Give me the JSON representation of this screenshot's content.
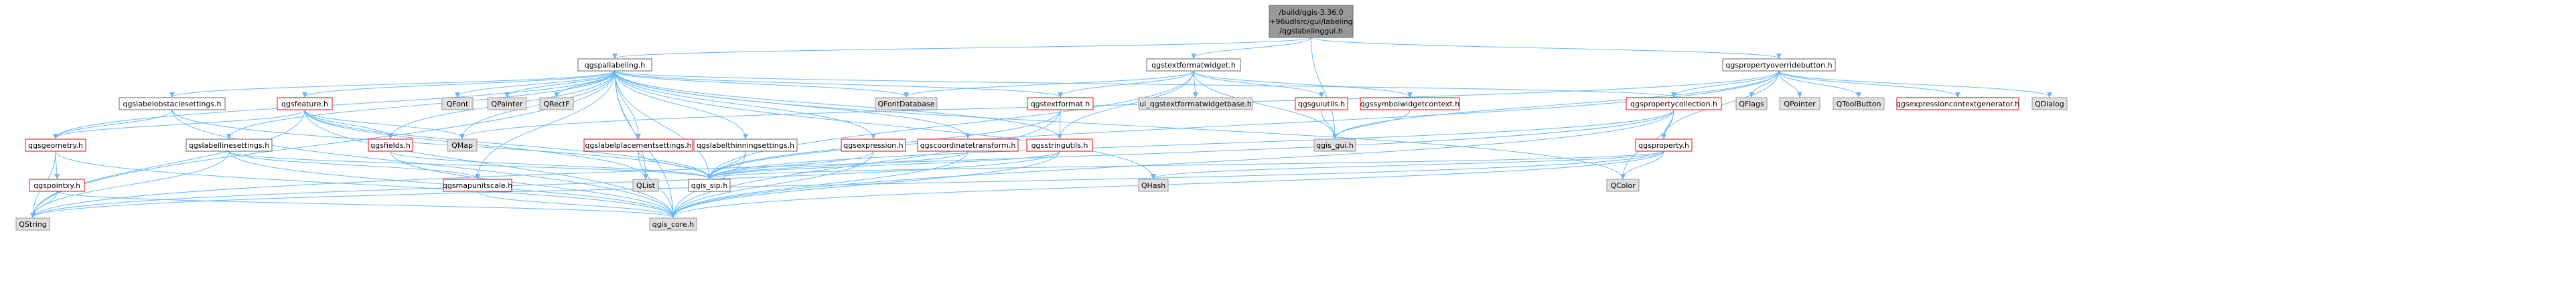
{
  "nodes": [
    {
      "id": "root",
      "line1": "/build/qgis-3.36.0",
      "line2": "+96udlsrc/gui/labeling",
      "line3": "/qgslabelinggui.h",
      "style": "root"
    },
    {
      "id": "qgspallabeling",
      "label": "qgspallabeling.h",
      "style": "plain"
    },
    {
      "id": "qgstextformatwidget",
      "label": "qgstextformatwidget.h",
      "style": "plain"
    },
    {
      "id": "qgspropertyoverridebutton",
      "label": "qgspropertyoverridebutton.h",
      "style": "plain"
    },
    {
      "id": "qgslabelobstaclesettings",
      "label": "qgslabelobstaclesettings.h",
      "style": "plain"
    },
    {
      "id": "qgsfeature",
      "label": "qgsfeature.h",
      "style": "red"
    },
    {
      "id": "QFont",
      "label": "QFont",
      "style": "gray"
    },
    {
      "id": "QPainter",
      "label": "QPainter",
      "style": "gray"
    },
    {
      "id": "QRectF",
      "label": "QRectF",
      "style": "gray"
    },
    {
      "id": "QFontDatabase",
      "label": "QFontDatabase",
      "style": "gray"
    },
    {
      "id": "qgstextformat",
      "label": "qgstextformat.h",
      "style": "red"
    },
    {
      "id": "ui_qgstextformatwidgetbase",
      "label": "ui_qgstextformatwidgetbase.h",
      "style": "gray"
    },
    {
      "id": "qgsguiutils",
      "label": "qgsguiutils.h",
      "style": "red"
    },
    {
      "id": "qgssymbolwidgetcontext",
      "label": "qgssymbolwidgetcontext.h",
      "style": "red"
    },
    {
      "id": "qgspropertycollection",
      "label": "qgspropertycollection.h",
      "style": "red"
    },
    {
      "id": "QFlags",
      "label": "QFlags",
      "style": "gray"
    },
    {
      "id": "QPointer",
      "label": "QPointer",
      "style": "gray"
    },
    {
      "id": "QToolButton",
      "label": "QToolButton",
      "style": "gray"
    },
    {
      "id": "qgsexpressioncontextgenerator",
      "label": "qgsexpressioncontextgenerator.h",
      "style": "red"
    },
    {
      "id": "QDialog",
      "label": "QDialog",
      "style": "gray"
    },
    {
      "id": "qgslabellinesettings",
      "label": "qgslabellinesettings.h",
      "style": "plain"
    },
    {
      "id": "qgsgeometry",
      "label": "qgsgeometry.h",
      "style": "red"
    },
    {
      "id": "qgsfields",
      "label": "qgsfields.h",
      "style": "red"
    },
    {
      "id": "QMap",
      "label": "QMap",
      "style": "gray"
    },
    {
      "id": "qgslabelplacementsettings",
      "label": "qgslabelplacementsettings.h",
      "style": "red"
    },
    {
      "id": "qgslabelthinningsettings",
      "label": "qgslabelthinningsettings.h",
      "style": "plain"
    },
    {
      "id": "qgsexpression",
      "label": "qgsexpression.h",
      "style": "red"
    },
    {
      "id": "qgscoordinatetransform",
      "label": "qgscoordinatetransform.h",
      "style": "red"
    },
    {
      "id": "qgsstringutils",
      "label": "qgsstringutils.h",
      "style": "red"
    },
    {
      "id": "qgis_gui",
      "label": "qgis_gui.h",
      "style": "gray"
    },
    {
      "id": "qgsproperty",
      "label": "qgsproperty.h",
      "style": "red"
    },
    {
      "id": "qgspointxy",
      "label": "qgspointxy.h",
      "style": "red"
    },
    {
      "id": "qgsmapunitscale",
      "label": "qgsmapunitscale.h",
      "style": "red"
    },
    {
      "id": "QList",
      "label": "QList",
      "style": "gray"
    },
    {
      "id": "qgis_sip",
      "label": "qgis_sip.h",
      "style": "plain"
    },
    {
      "id": "QHash",
      "label": "QHash",
      "style": "gray"
    },
    {
      "id": "QColor",
      "label": "QColor",
      "style": "gray"
    },
    {
      "id": "QString",
      "label": "QString",
      "style": "gray"
    },
    {
      "id": "qgis_core",
      "label": "qgis_core.h",
      "style": "gray"
    }
  ],
  "edges": [
    [
      "root",
      "qgspallabeling"
    ],
    [
      "root",
      "qgstextformatwidget"
    ],
    [
      "root",
      "qgspropertyoverridebutton"
    ],
    [
      "root",
      "qgis_gui"
    ],
    [
      "qgspallabeling",
      "qgslabelobstaclesettings"
    ],
    [
      "qgspallabeling",
      "qgsfeature"
    ],
    [
      "qgspallabeling",
      "QFont"
    ],
    [
      "qgspallabeling",
      "QPainter"
    ],
    [
      "qgspallabeling",
      "QRectF"
    ],
    [
      "qgspallabeling",
      "QFontDatabase"
    ],
    [
      "qgspallabeling",
      "qgstextformat"
    ],
    [
      "qgspallabeling",
      "qgspropertycollection"
    ],
    [
      "qgspallabeling",
      "qgslabellinesettings"
    ],
    [
      "qgspallabeling",
      "qgsgeometry"
    ],
    [
      "qgspallabeling",
      "qgsfields"
    ],
    [
      "qgspallabeling",
      "QMap"
    ],
    [
      "qgspallabeling",
      "qgslabelplacementsettings"
    ],
    [
      "qgspallabeling",
      "qgslabelthinningsettings"
    ],
    [
      "qgspallabeling",
      "qgsexpression"
    ],
    [
      "qgspallabeling",
      "qgscoordinatetransform"
    ],
    [
      "qgspallabeling",
      "qgsstringutils"
    ],
    [
      "qgspallabeling",
      "qgsmapunitscale"
    ],
    [
      "qgspallabeling",
      "QList"
    ],
    [
      "qgspallabeling",
      "qgis_sip"
    ],
    [
      "qgspallabeling",
      "QHash"
    ],
    [
      "qgspallabeling",
      "QColor"
    ],
    [
      "qgspallabeling",
      "QString"
    ],
    [
      "qgspallabeling",
      "qgis_core"
    ],
    [
      "qgstextformatwidget",
      "QFontDatabase"
    ],
    [
      "qgstextformatwidget",
      "qgstextformat"
    ],
    [
      "qgstextformatwidget",
      "ui_qgstextformatwidgetbase"
    ],
    [
      "qgstextformatwidget",
      "qgsguiutils"
    ],
    [
      "qgstextformatwidget",
      "qgssymbolwidgetcontext"
    ],
    [
      "qgstextformatwidget",
      "qgsstringutils"
    ],
    [
      "qgstextformatwidget",
      "qgis_gui"
    ],
    [
      "qgstextformatwidget",
      "qgis_sip"
    ],
    [
      "qgspropertyoverridebutton",
      "qgspropertycollection"
    ],
    [
      "qgspropertyoverridebutton",
      "qgsproperty"
    ],
    [
      "qgspropertyoverridebutton",
      "QFlags"
    ],
    [
      "qgspropertyoverridebutton",
      "QPointer"
    ],
    [
      "qgspropertyoverridebutton",
      "QToolButton"
    ],
    [
      "qgspropertyoverridebutton",
      "qgsexpressioncontextgenerator"
    ],
    [
      "qgspropertyoverridebutton",
      "QDialog"
    ],
    [
      "qgspropertyoverridebutton",
      "QMap"
    ],
    [
      "qgspropertyoverridebutton",
      "qgis_gui"
    ],
    [
      "qgspropertyoverridebutton",
      "qgis_sip"
    ],
    [
      "qgslabelobstaclesettings",
      "qgsgeometry"
    ],
    [
      "qgslabelobstaclesettings",
      "qgis_core"
    ],
    [
      "qgslabelobstaclesettings",
      "qgis_sip"
    ],
    [
      "qgsfeature",
      "qgsgeometry"
    ],
    [
      "qgsfeature",
      "qgsfields"
    ],
    [
      "qgsfeature",
      "QMap"
    ],
    [
      "qgsfeature",
      "QString"
    ],
    [
      "qgsfeature",
      "QList"
    ],
    [
      "qgsfeature",
      "qgis_sip"
    ],
    [
      "qgsfeature",
      "qgis_core"
    ],
    [
      "qgstextformat",
      "qgsstringutils"
    ],
    [
      "qgstextformat",
      "qgis_core"
    ],
    [
      "qgstextformat",
      "qgis_sip"
    ],
    [
      "qgsguiutils",
      "qgis_gui"
    ],
    [
      "qgssymbolwidgetcontext",
      "qgis_gui"
    ],
    [
      "qgspropertycollection",
      "qgsproperty"
    ],
    [
      "qgspropertycollection",
      "QColor"
    ],
    [
      "qgspropertycollection",
      "qgis_core"
    ],
    [
      "qgspropertycollection",
      "qgis_sip"
    ],
    [
      "qgspropertycollection",
      "QString"
    ],
    [
      "qgslabellinesettings",
      "qgsmapunitscale"
    ],
    [
      "qgslabellinesettings",
      "qgis_core"
    ],
    [
      "qgslabellinesettings",
      "qgis_sip"
    ],
    [
      "qgslabellinesettings",
      "QString"
    ],
    [
      "qgsgeometry",
      "qgspointxy"
    ],
    [
      "qgsgeometry",
      "qgis_core"
    ],
    [
      "qgsgeometry",
      "QString"
    ],
    [
      "qgsfields",
      "qgis_sip"
    ],
    [
      "qgsfields",
      "qgis_core"
    ],
    [
      "qgslabelplacementsettings",
      "qgis_core"
    ],
    [
      "qgslabelplacementsettings",
      "qgis_sip"
    ],
    [
      "qgslabelthinningsettings",
      "qgis_core"
    ],
    [
      "qgslabelthinningsettings",
      "qgis_sip"
    ],
    [
      "qgsexpression",
      "qgis_core"
    ],
    [
      "qgsexpression",
      "qgis_sip"
    ],
    [
      "qgscoordinatetransform",
      "qgis_core"
    ],
    [
      "qgscoordinatetransform",
      "qgis_sip"
    ],
    [
      "qgsstringutils",
      "qgis_core"
    ],
    [
      "qgsstringutils",
      "qgis_sip"
    ],
    [
      "qgsstringutils",
      "QString"
    ],
    [
      "qgsproperty",
      "qgis_core"
    ],
    [
      "qgsproperty",
      "QColor"
    ],
    [
      "qgsproperty",
      "QHash"
    ],
    [
      "qgsproperty",
      "QString"
    ],
    [
      "qgsproperty",
      "qgis_sip"
    ],
    [
      "qgspointxy",
      "QString"
    ],
    [
      "qgspointxy",
      "qgis_core"
    ],
    [
      "qgsmapunitscale",
      "qgis_core"
    ]
  ],
  "colors": {
    "plain_fill": "#ffffff",
    "plain_stroke": "#666666",
    "red_fill": "#ffffff",
    "red_stroke": "#ff0000",
    "gray_fill": "#e0e0e0",
    "gray_stroke": "#999999",
    "root_fill": "#999999",
    "root_stroke": "#666666",
    "edge": "#63b8ff",
    "text": "#000000"
  }
}
